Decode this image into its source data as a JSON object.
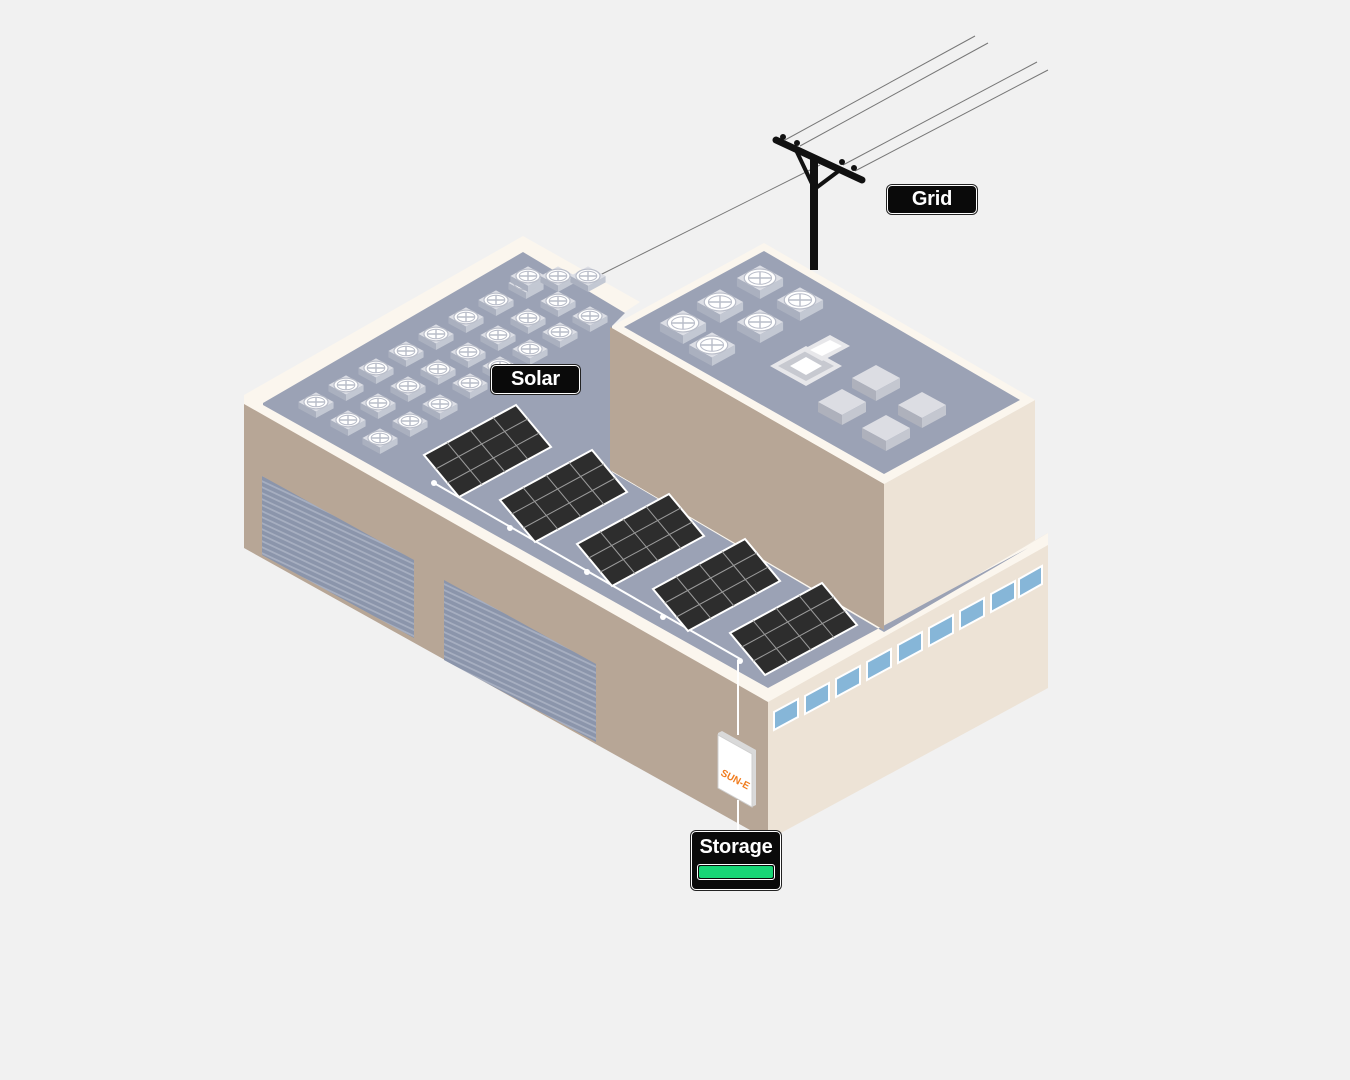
{
  "labels": {
    "grid": "Grid",
    "solar": "Solar",
    "storage": "Storage"
  },
  "storage_level": 1.0,
  "inverter_brand": "SUN-E",
  "colors": {
    "background": "#f1f1f1",
    "wall_front": "#b7a696",
    "wall_side": "#ede3d6",
    "roof": "#9ba2b5",
    "parapet": "#fbf6ee",
    "solar_panel": "#2d2d2d",
    "battery_level": "#18d676",
    "brand_accent": "#f07c1e",
    "window": "#86b6d8"
  },
  "icons": [
    "utility-pole-icon",
    "solar-panel-icon",
    "hvac-unit-icon",
    "inverter-icon",
    "battery-icon"
  ]
}
